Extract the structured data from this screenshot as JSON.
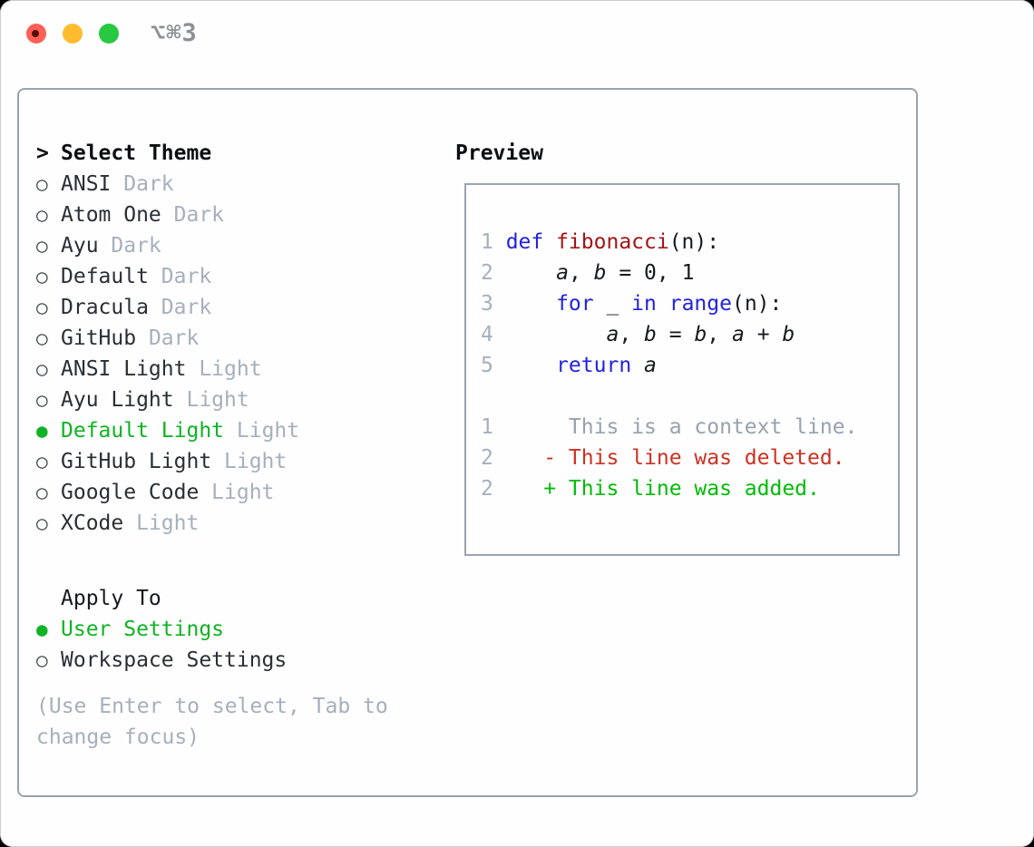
{
  "window": {
    "title": "⌥⌘3",
    "traffic_lights": [
      {
        "name": "close"
      },
      {
        "name": "minimize"
      },
      {
        "name": "zoom"
      }
    ]
  },
  "theme_panel": {
    "header": {
      "marker": ">",
      "label": "Select Theme"
    },
    "themes": [
      {
        "name": "ANSI",
        "variant": "Dark",
        "selected": false
      },
      {
        "name": "Atom One",
        "variant": "Dark",
        "selected": false
      },
      {
        "name": "Ayu",
        "variant": "Dark",
        "selected": false
      },
      {
        "name": "Default",
        "variant": "Dark",
        "selected": false
      },
      {
        "name": "Dracula",
        "variant": "Dark",
        "selected": false
      },
      {
        "name": "GitHub",
        "variant": "Dark",
        "selected": false
      },
      {
        "name": "ANSI Light",
        "variant": "Light",
        "selected": false
      },
      {
        "name": "Ayu Light",
        "variant": "Light",
        "selected": false
      },
      {
        "name": "Default Light",
        "variant": "Light",
        "selected": true
      },
      {
        "name": "GitHub Light",
        "variant": "Light",
        "selected": false
      },
      {
        "name": "Google Code",
        "variant": "Light",
        "selected": false
      },
      {
        "name": "XCode",
        "variant": "Light",
        "selected": false
      }
    ],
    "radio_unselected_icon": "○",
    "radio_selected_icon": "●",
    "apply_to": {
      "label": "Apply To",
      "options": [
        {
          "label": "User Settings",
          "selected": true
        },
        {
          "label": "Workspace Settings",
          "selected": false
        }
      ]
    },
    "hint_lines": [
      "(Use Enter to select, Tab to",
      "change focus)"
    ]
  },
  "preview": {
    "title": "Preview",
    "lines": [
      {
        "num": "1",
        "tokens": [
          [
            "def ",
            "kw"
          ],
          [
            "fibonacci",
            "fn"
          ],
          [
            "(n):",
            "plain"
          ]
        ]
      },
      {
        "num": "2",
        "tokens": [
          [
            "    ",
            "plain"
          ],
          [
            "a",
            "var"
          ],
          [
            ", ",
            "plain"
          ],
          [
            "b",
            "var"
          ],
          [
            " = 0, 1",
            "plain"
          ]
        ]
      },
      {
        "num": "3",
        "tokens": [
          [
            "    ",
            "plain"
          ],
          [
            "for",
            "kw"
          ],
          [
            " _ ",
            "plain"
          ],
          [
            "in",
            "kw"
          ],
          [
            " ",
            "plain"
          ],
          [
            "range",
            "kw"
          ],
          [
            "(n):",
            "plain"
          ]
        ]
      },
      {
        "num": "4",
        "tokens": [
          [
            "        ",
            "plain"
          ],
          [
            "a",
            "var"
          ],
          [
            ", ",
            "plain"
          ],
          [
            "b",
            "var"
          ],
          [
            " = ",
            "plain"
          ],
          [
            "b",
            "var"
          ],
          [
            ", ",
            "plain"
          ],
          [
            "a",
            "var"
          ],
          [
            " + ",
            "plain"
          ],
          [
            "b",
            "var"
          ]
        ]
      },
      {
        "num": "5",
        "tokens": [
          [
            "    ",
            "plain"
          ],
          [
            "return",
            "kw"
          ],
          [
            " ",
            "plain"
          ],
          [
            "a",
            "var"
          ]
        ]
      },
      {
        "num": "",
        "tokens": []
      },
      {
        "num": "1",
        "tokens": [
          [
            "     This is a context line.",
            "ctx"
          ]
        ]
      },
      {
        "num": "2",
        "tokens": [
          [
            "   - This line was deleted.",
            "del"
          ]
        ]
      },
      {
        "num": "2",
        "tokens": [
          [
            "   + This line was added.",
            "add"
          ]
        ]
      }
    ]
  },
  "colors": {
    "selected_green": "#10b325",
    "diff_added_green": "#00bb07",
    "diff_deleted_red": "#cc3122",
    "keyword_blue": "#2222e0",
    "function_red": "#a31515",
    "muted_gray": "#a7afbc",
    "border_gray": "#9aa3b0",
    "traffic_red": "#ff5f57",
    "traffic_yellow": "#febc2e",
    "traffic_green": "#28c840"
  }
}
